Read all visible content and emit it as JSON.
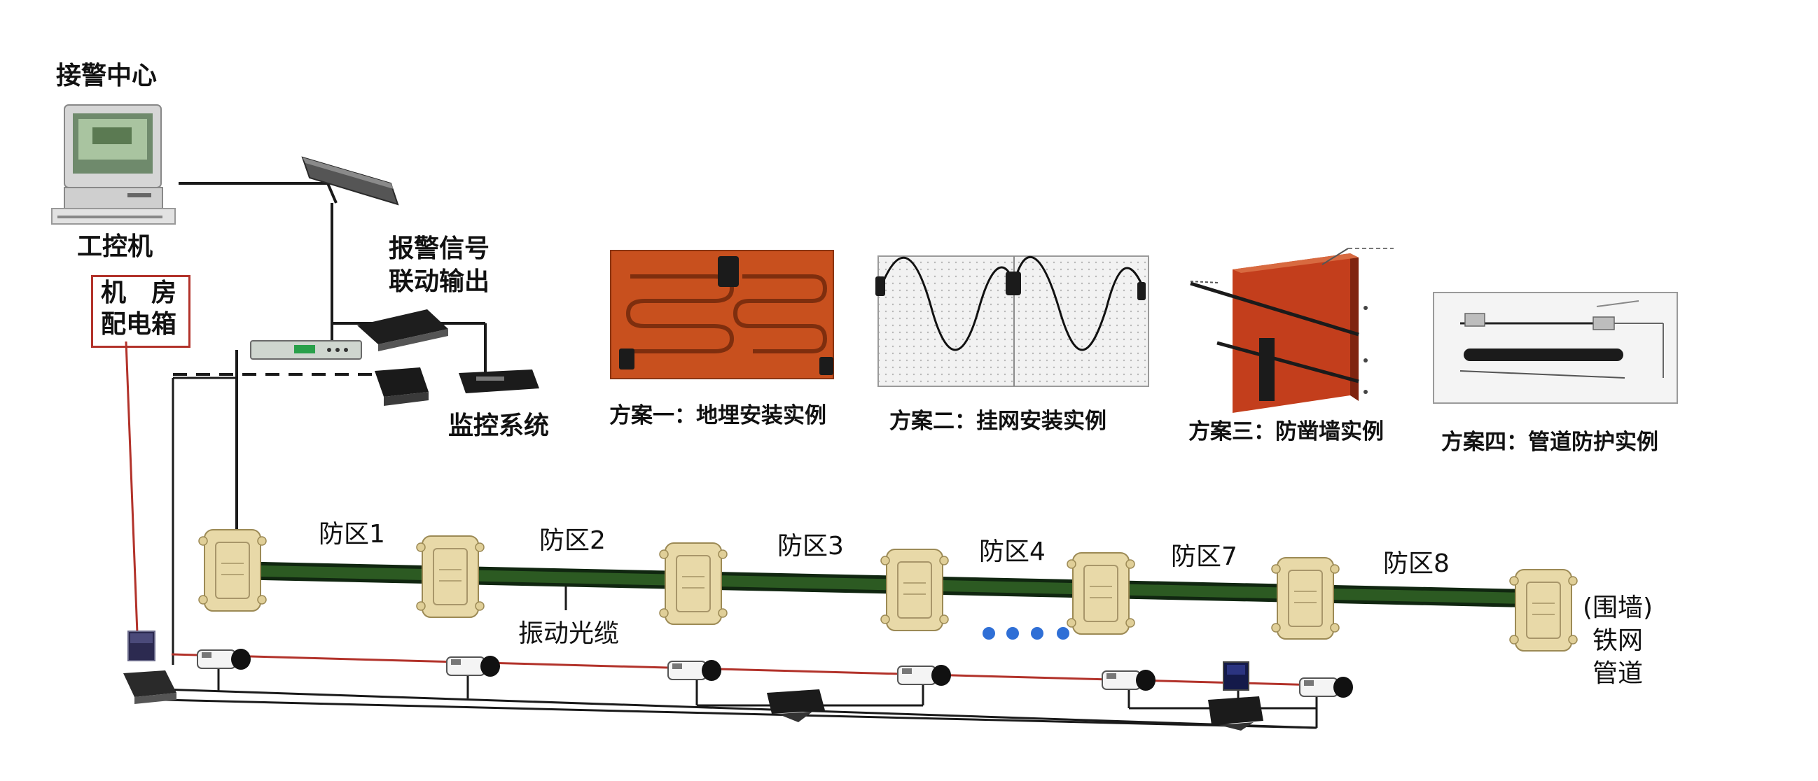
{
  "labels": {
    "alarm_center": "接警中心",
    "ipc": "工控机",
    "power_box_line1": "机　房",
    "power_box_line2": "配电箱",
    "alarm_output_line1": "报警信号",
    "alarm_output_line2": "联动输出",
    "monitor_system": "监控系统",
    "vibration_cable": "振动光缆",
    "perimeter_line1": "(围墙)",
    "perimeter_line2": "铁网",
    "perimeter_line3": "管道"
  },
  "zones": [
    "防区1",
    "防区2",
    "防区3",
    "防区4",
    "防区7",
    "防区8"
  ],
  "schemes": [
    "方案一：地埋安装实例",
    "方案二：挂网安装实例",
    "方案三：防凿墙实例",
    "方案四：管道防护实例"
  ],
  "colors": {
    "cable_green": "#2c5a22",
    "power_red": "#b2322a",
    "wire_black": "#1a1a1a",
    "box_beige": "#e8d9a8",
    "panel_orange": "#c8501e",
    "dot_blue": "#2f6fd6"
  }
}
